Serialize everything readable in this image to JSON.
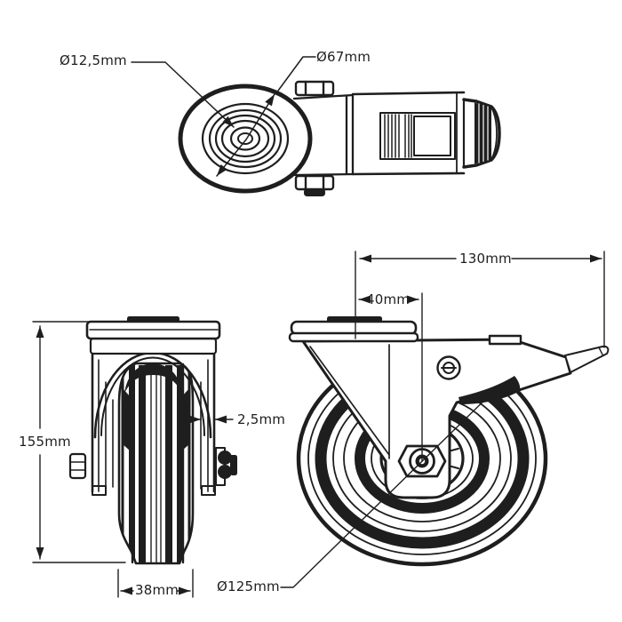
{
  "drawing": {
    "kind": "technical-drawing",
    "colors": {
      "background": "#ffffff",
      "line": "#1e1e1e"
    },
    "labels": {
      "axle_hole_diameter": "Ø12,5mm",
      "swivel_head_diameter": "Ø67mm",
      "overall_height": "155mm",
      "material_thickness": "2,5mm",
      "wheel_width": "38mm",
      "plate_length": "130mm",
      "swivel_offset": "40mm",
      "wheel_diameter": "Ø125mm"
    }
  }
}
